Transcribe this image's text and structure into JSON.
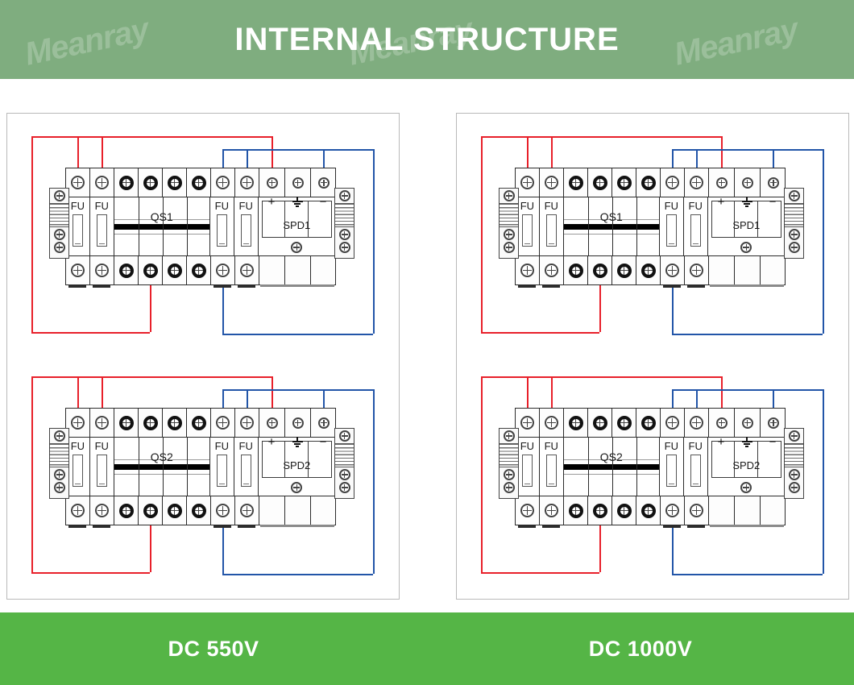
{
  "header": {
    "title": "INTERNAL STRUCTURE",
    "watermark": "Meanray",
    "background_color": "#7fad7f",
    "text_color": "#ffffff"
  },
  "footer": {
    "background_color": "#55b546",
    "labels": [
      {
        "text": "DC 550V"
      },
      {
        "text": "DC 1000V"
      }
    ]
  },
  "colors": {
    "positive_wire": "#e8202a",
    "negative_wire": "#2255a8",
    "outline": "#2b2b2b",
    "card_border": "#b9b9b9"
  },
  "panels": [
    {
      "id": "panel-dc-550v",
      "rating": "DC 550V",
      "diagrams": [
        {
          "id": "dc550-string1",
          "breaker_label": "QS1",
          "spd_label": "SPD1",
          "fuse_labels_input": [
            "FU",
            "FU"
          ],
          "fuse_labels_output": [
            "FU",
            "FU"
          ],
          "spd_terminals": [
            "+",
            "ground",
            "−"
          ],
          "terminal_count_top": 11,
          "terminal_count_bottom": 11
        },
        {
          "id": "dc550-string2",
          "breaker_label": "QS2",
          "spd_label": "SPD2",
          "fuse_labels_input": [
            "FU",
            "FU"
          ],
          "fuse_labels_output": [
            "FU",
            "FU"
          ],
          "spd_terminals": [
            "+",
            "ground",
            "−"
          ],
          "terminal_count_top": 11,
          "terminal_count_bottom": 11
        }
      ]
    },
    {
      "id": "panel-dc-1000v",
      "rating": "DC 1000V",
      "diagrams": [
        {
          "id": "dc1000-string1",
          "breaker_label": "QS1",
          "spd_label": "SPD1",
          "fuse_labels_input": [
            "FU",
            "FU"
          ],
          "fuse_labels_output": [
            "FU",
            "FU"
          ],
          "spd_terminals": [
            "+",
            "ground",
            "−"
          ],
          "terminal_count_top": 11,
          "terminal_count_bottom": 11
        },
        {
          "id": "dc1000-string2",
          "breaker_label": "QS2",
          "spd_label": "SPD2",
          "fuse_labels_input": [
            "FU",
            "FU"
          ],
          "fuse_labels_output": [
            "FU",
            "FU"
          ],
          "spd_terminals": [
            "+",
            "ground",
            "−"
          ],
          "terminal_count_top": 11,
          "terminal_count_bottom": 11
        }
      ]
    }
  ]
}
